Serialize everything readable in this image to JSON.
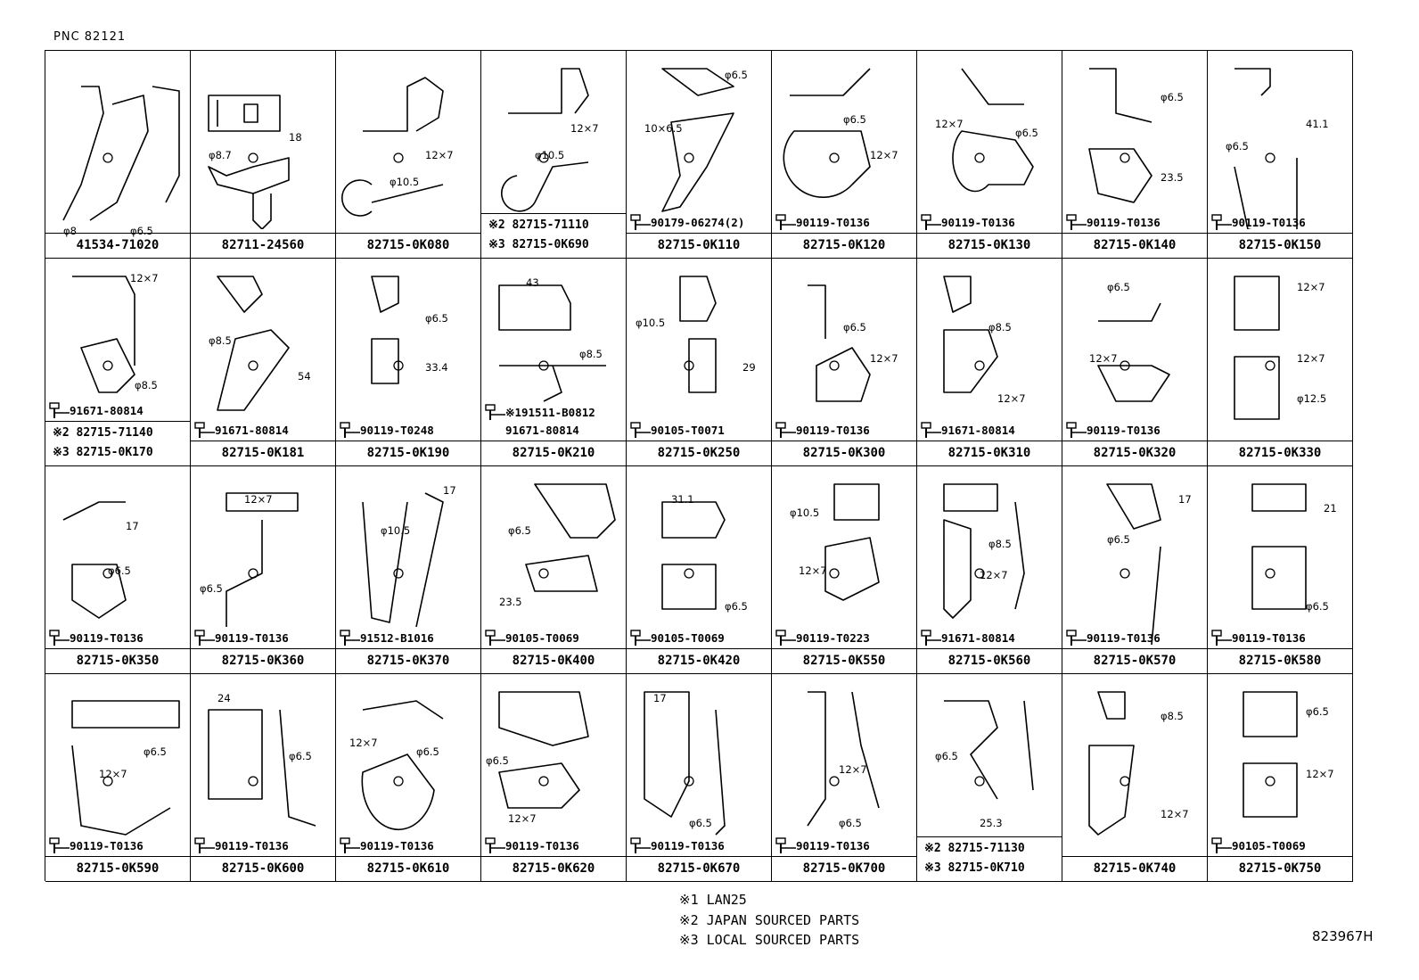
{
  "pnc": "PNC  82121",
  "diagram_code": "823967H",
  "notes": [
    "※1 LAN25",
    "※2 JAPAN SOURCED PARTS",
    "※3 LOCAL SOURCED PARTS"
  ],
  "cells": [
    {
      "part": "41534-71020",
      "labels": [
        "φ8",
        "φ6.5"
      ]
    },
    {
      "part": "82711-24560",
      "labels": [
        "18",
        "φ8.7"
      ]
    },
    {
      "part": "82715-0K080",
      "labels": [
        "12×7",
        "φ10.5"
      ]
    },
    {
      "part": "",
      "alt": [
        "※2 82715-71110",
        "※3 82715-0K690"
      ],
      "labels": [
        "12×7",
        "φ10.5"
      ]
    },
    {
      "part": "82715-0K110",
      "bolt": "90179-06274(2)",
      "labels": [
        "φ6.5",
        "10×6.5"
      ]
    },
    {
      "part": "82715-0K120",
      "bolt": "90119-T0136",
      "labels": [
        "φ6.5",
        "12×7"
      ]
    },
    {
      "part": "82715-0K130",
      "bolt": "90119-T0136",
      "labels": [
        "12×7",
        "φ6.5"
      ]
    },
    {
      "part": "82715-0K140",
      "bolt": "90119-T0136",
      "labels": [
        "φ6.5",
        "23.5"
      ]
    },
    {
      "part": "82715-0K150",
      "bolt": "90119-T0136",
      "labels": [
        "41.1",
        "φ6.5"
      ]
    },
    {
      "part": "",
      "alt": [
        "※2 82715-71140",
        "※3 82715-0K170"
      ],
      "bolt": "91671-80814",
      "labels": [
        "12×7",
        "φ8.5"
      ]
    },
    {
      "part": "82715-0K181",
      "bolt": "91671-80814",
      "labels": [
        "φ8.5",
        "54"
      ]
    },
    {
      "part": "82715-0K190",
      "bolt": "90119-T0248",
      "labels": [
        "φ6.5",
        "33.4"
      ]
    },
    {
      "part": "82715-0K210",
      "bolt": "※191511-B0812",
      "bolt2": "91671-80814",
      "labels": [
        "43",
        "φ8.5"
      ]
    },
    {
      "part": "82715-0K250",
      "bolt": "90105-T0071",
      "labels": [
        "φ10.5",
        "29"
      ]
    },
    {
      "part": "82715-0K300",
      "bolt": "90119-T0136",
      "labels": [
        "φ6.5",
        "12×7"
      ]
    },
    {
      "part": "82715-0K310",
      "bolt": "91671-80814",
      "labels": [
        "φ8.5",
        "12×7"
      ]
    },
    {
      "part": "82715-0K320",
      "bolt": "90119-T0136",
      "labels": [
        "φ6.5",
        "12×7"
      ]
    },
    {
      "part": "82715-0K330",
      "labels": [
        "12×7",
        "12×7",
        "φ12.5"
      ]
    },
    {
      "part": "82715-0K350",
      "bolt": "90119-T0136",
      "labels": [
        "17",
        "φ6.5"
      ]
    },
    {
      "part": "82715-0K360",
      "bolt": "90119-T0136",
      "labels": [
        "12×7",
        "φ6.5"
      ]
    },
    {
      "part": "82715-0K370",
      "bolt": "91512-B1016",
      "labels": [
        "17",
        "φ10.5"
      ]
    },
    {
      "part": "82715-0K400",
      "bolt": "90105-T0069",
      "labels": [
        "φ6.5",
        "23.5"
      ]
    },
    {
      "part": "82715-0K420",
      "bolt": "90105-T0069",
      "labels": [
        "31.1",
        "φ6.5"
      ]
    },
    {
      "part": "82715-0K550",
      "bolt": "90119-T0223",
      "labels": [
        "φ10.5",
        "12×7"
      ]
    },
    {
      "part": "82715-0K560",
      "bolt": "91671-80814",
      "labels": [
        "φ8.5",
        "12×7"
      ]
    },
    {
      "part": "82715-0K570",
      "bolt": "90119-T0136",
      "labels": [
        "17",
        "φ6.5"
      ]
    },
    {
      "part": "82715-0K580",
      "bolt": "90119-T0136",
      "labels": [
        "21",
        "φ6.5"
      ]
    },
    {
      "part": "82715-0K590",
      "bolt": "90119-T0136",
      "labels": [
        "φ6.5",
        "12×7"
      ]
    },
    {
      "part": "82715-0K600",
      "bolt": "90119-T0136",
      "labels": [
        "24",
        "φ6.5"
      ]
    },
    {
      "part": "82715-0K610",
      "bolt": "90119-T0136",
      "labels": [
        "12×7",
        "φ6.5"
      ]
    },
    {
      "part": "82715-0K620",
      "bolt": "90119-T0136",
      "labels": [
        "φ6.5",
        "12×7"
      ]
    },
    {
      "part": "82715-0K670",
      "bolt": "90119-T0136",
      "labels": [
        "17",
        "φ6.5"
      ]
    },
    {
      "part": "82715-0K700",
      "bolt": "90119-T0136",
      "labels": [
        "12×7",
        "φ6.5"
      ]
    },
    {
      "part": "",
      "alt": [
        "※2 82715-71130",
        "※3 82715-0K710"
      ],
      "labels": [
        "φ6.5",
        "25.3"
      ]
    },
    {
      "part": "82715-0K740",
      "labels": [
        "φ8.5",
        "12×7"
      ]
    },
    {
      "part": "82715-0K750",
      "bolt": "90105-T0069",
      "labels": [
        "φ6.5",
        "12×7"
      ]
    }
  ]
}
